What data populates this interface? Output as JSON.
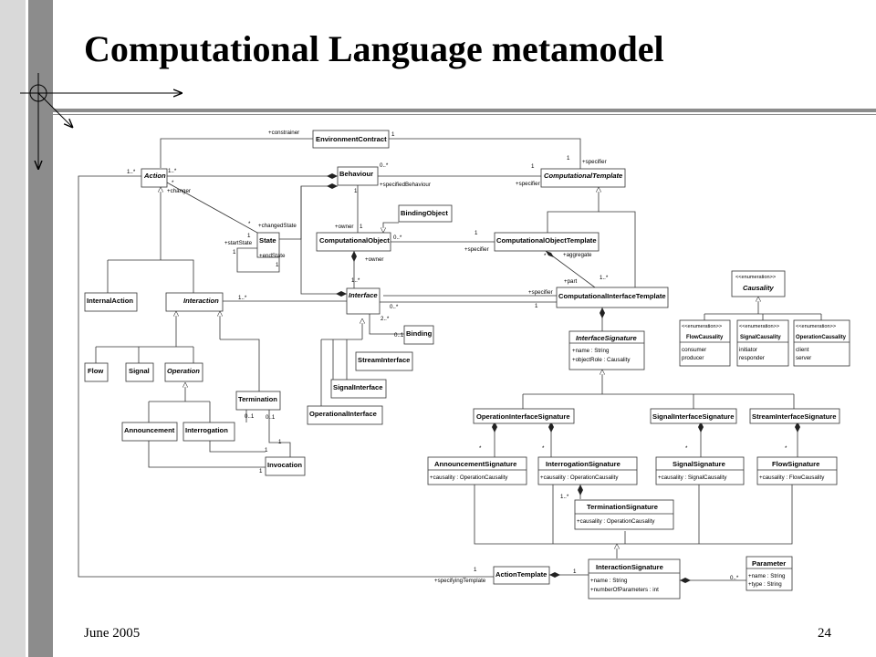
{
  "slide": {
    "title": "Computational Language metamodel",
    "footer_date": "June 2005",
    "page_number": "24"
  },
  "colors": {
    "sidebar_light": "#d9d9d9",
    "sidebar_dark": "#8c8c8c",
    "rule": "#8c8c8c"
  },
  "diagram": {
    "classes": {
      "environment_contract": {
        "name": "EnvironmentContract"
      },
      "action": {
        "name": "Action"
      },
      "behaviour": {
        "name": "Behaviour"
      },
      "computational_template": {
        "name": "ComputationalTemplate"
      },
      "binding_object": {
        "name": "BindingObject"
      },
      "state": {
        "name": "State"
      },
      "computational_object": {
        "name": "ComputationalObject"
      },
      "computational_object_template": {
        "name": "ComputationalObjectTemplate"
      },
      "internal_action": {
        "name": "InternalAction"
      },
      "interaction": {
        "name": "Interaction"
      },
      "interface": {
        "name": "Interface"
      },
      "computational_interface_template": {
        "name": "ComputationalInterfaceTemplate"
      },
      "causality": {
        "stereotype": "<<enumeration>>",
        "name": "Causality"
      },
      "flow_causality": {
        "stereotype": "<<enumeration>>",
        "name": "FlowCausality",
        "literals": [
          "consumer",
          "producer"
        ]
      },
      "signal_causality": {
        "stereotype": "<<enumeration>>",
        "name": "SignalCausality",
        "literals": [
          "initiator",
          "responder"
        ]
      },
      "operation_causality": {
        "stereotype": "<<enumeration>>",
        "name": "OperationCausality",
        "literals": [
          "client",
          "server"
        ]
      },
      "interface_signature": {
        "name": "InterfaceSignature",
        "attributes": [
          "+name : String",
          "+objectRole : Causality"
        ]
      },
      "binding": {
        "name": "Binding"
      },
      "stream_interface": {
        "name": "StreamInterface"
      },
      "signal_interface": {
        "name": "SignalInterface"
      },
      "operational_interface": {
        "name": "OperationalInterface"
      },
      "flow": {
        "name": "Flow"
      },
      "signal": {
        "name": "Signal"
      },
      "operation": {
        "name": "Operation"
      },
      "termination": {
        "name": "Termination"
      },
      "announcement": {
        "name": "Announcement"
      },
      "interrogation": {
        "name": "Interrogation"
      },
      "invocation": {
        "name": "Invocation"
      },
      "operation_interface_signature": {
        "name": "OperationInterfaceSignature"
      },
      "signal_interface_signature": {
        "name": "SignalInterfaceSignature"
      },
      "stream_interface_signature": {
        "name": "StreamInterfaceSignature"
      },
      "announcement_signature": {
        "name": "AnnouncementSignature",
        "attributes": [
          "+causality : OperationCausality"
        ]
      },
      "interrogation_signature": {
        "name": "InterrogationSignature",
        "attributes": [
          "+causality : OperationCausality"
        ]
      },
      "signal_signature": {
        "name": "SignalSignature",
        "attributes": [
          "+causality : SignalCausality"
        ]
      },
      "flow_signature": {
        "name": "FlowSignature",
        "attributes": [
          "+causality : FlowCausality"
        ]
      },
      "termination_signature": {
        "name": "TerminationSignature",
        "attributes": [
          "+causality : OperationCausality"
        ]
      },
      "action_template": {
        "name": "ActionTemplate"
      },
      "interaction_signature": {
        "name": "InteractionSignature",
        "attributes": [
          "+name : String",
          "+numberOfParameters : int"
        ]
      },
      "parameter": {
        "name": "Parameter",
        "attributes": [
          "+name : String",
          "+type : String"
        ]
      }
    },
    "labels": [
      "+constrainer",
      "1",
      "1",
      "+specifier",
      "1..*",
      "1..*",
      "*",
      "+changer",
      "0..*",
      "1",
      "+specifiedBehaviour",
      "1",
      "+specifier",
      "*",
      "+changedState",
      "1",
      "+startState",
      "1",
      "+owner",
      "1",
      "0..*",
      "1",
      "+specifier",
      "+endState",
      "1",
      "+owner",
      "*",
      "+aggregate",
      "+part",
      "1..*",
      "1..*",
      "1..*",
      "0..*",
      "+specifier",
      "1",
      "2..*",
      "0..1",
      "0..1",
      "0..1",
      "1",
      "1",
      "1",
      "*",
      "*",
      "*",
      "*",
      "1..*",
      "1",
      "+specifyingTemplate",
      "1",
      "0..*"
    ]
  }
}
